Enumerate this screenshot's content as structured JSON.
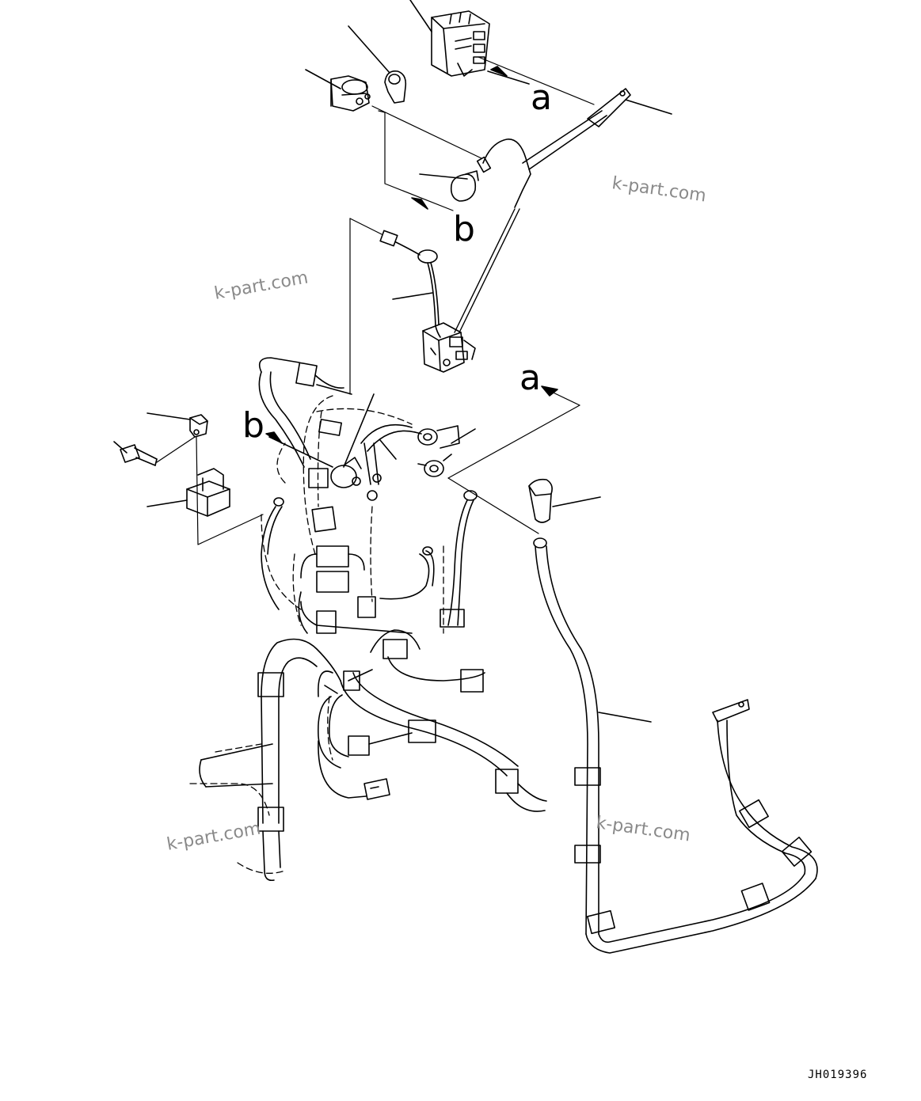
{
  "diagram": {
    "reference_letters": {
      "a": "a",
      "b": "b"
    },
    "watermark": "k-part.com",
    "drawing_code": "JH019396",
    "colors": {
      "line": "#000000",
      "watermark": "#8a8a8a",
      "background": "#ffffff"
    }
  }
}
